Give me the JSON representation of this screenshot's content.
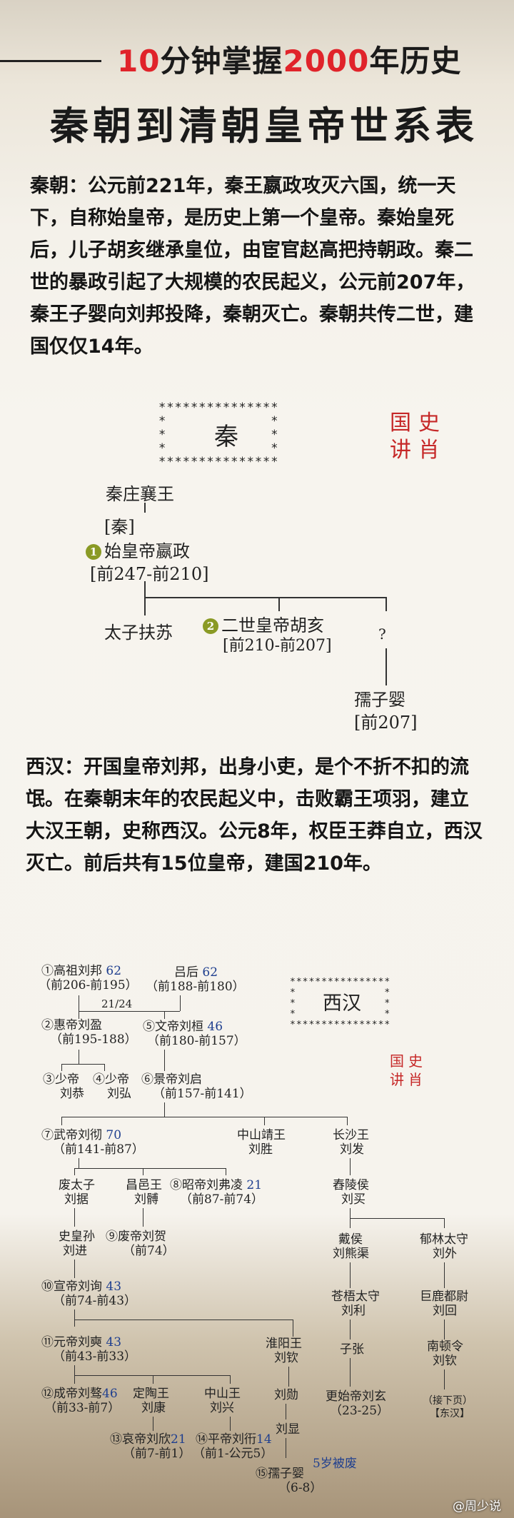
{
  "header": {
    "title_part1_num": "10",
    "title_part1_text": "分钟掌握",
    "title_part2_num": "2000",
    "title_part2_text": "年历史",
    "subtitle": "秦朝到清朝皇帝世系表"
  },
  "qin": {
    "text": "秦朝：公元前221年，秦王嬴政攻灭六国，统一天下，自称始皇帝，是历史上第一个皇帝。秦始皇死后，儿子胡亥继承皇位，由宦官赵高把持朝政。秦二世的暴政引起了大规模的农民起义，公元前207年，秦王子婴向刘邦投降，秦朝灭亡。秦朝共传二世，建国仅仅14年。",
    "box_title": "秦",
    "seal_chars": [
      "国",
      "讲",
      "史",
      "肖"
    ],
    "tree": {
      "ancestor": "秦庄襄王",
      "state": "[秦]",
      "n1": "1",
      "emperor1": "始皇帝嬴政",
      "emperor1_years": "[前247-前210]",
      "son1": "太子扶苏",
      "n2": "2",
      "emperor2": "二世皇帝胡亥",
      "emperor2_years": "[前210-前207]",
      "unknown": "?",
      "last": "孺子婴",
      "last_years": "[前207]"
    }
  },
  "xihan": {
    "text": "西汉：开国皇帝刘邦，出身小吏，是个不折不扣的流氓。在秦朝末年的农民起义中，击败霸王项羽，建立大汉王朝，史称西汉。公元8年，权臣王莽自立，西汉灭亡。前后共有15位皇帝，建国210年。",
    "box_title": "西汉",
    "tree": {
      "gaozu": "①高祖刘邦",
      "gaozu_age": "62",
      "gaozu_years": "（前206-前195）",
      "lvhou": "吕后",
      "lvhou_age": "62",
      "lvhou_years": "（前188-前180）",
      "age_note": "21/24",
      "huidi": "②惠帝刘盈",
      "huidi_years": "（前195-188）",
      "wendi": "⑤文帝刘桓",
      "wendi_age": "46",
      "wendi_years": "（前180-前157）",
      "shaodi1_a": "③少帝",
      "shaodi1_b": "刘恭",
      "shaodi2_a": "④少帝",
      "shaodi2_b": "刘弘",
      "jingdi": "⑥景帝刘启",
      "jingdi_years": "（前157-前141）",
      "wudi": "⑦武帝刘彻",
      "wudi_age": "70",
      "wudi_years": "（前141-前87）",
      "zhongshan_a": "中山靖王",
      "zhongshan_b": "刘胜",
      "changsha_a": "长沙王",
      "changsha_b": "刘发",
      "feitaizi_a": "废太子",
      "feitaizi_b": "刘据",
      "changyi_a": "昌邑王",
      "changyi_b": "刘髆",
      "zhaodi": "⑧昭帝刘弗凌",
      "zhaodi_age": "21",
      "zhaodi_years": "（前87-前74）",
      "chongling_a": "舂陵侯",
      "chongling_b": "刘买",
      "shihuangsun_a": "史皇孙",
      "shihuangsun_b": "刘进",
      "feidi": "⑨废帝刘贺",
      "feidi_years": "（前74）",
      "youhou_a": "戴侯",
      "youhou_b": "刘熊渠",
      "yulin_a": "郁林太守",
      "yulin_b": "刘外",
      "xuandi": "⑩宣帝刘询",
      "xuandi_age": "43",
      "xuandi_years": "（前74-前43）",
      "cangwu_a": "苍梧太守",
      "cangwu_b": "刘利",
      "julu_a": "巨鹿都尉",
      "julu_b": "刘回",
      "yuandi": "⑪元帝刘奭",
      "yuandi_age": "43",
      "yuandi_years": "（前43-前33）",
      "huaiyang_a": "淮阳王",
      "huaiyang_b": "刘钦",
      "zizhang": "子张",
      "nandun_a": "南顿令",
      "nandun_b": "刘钦",
      "chengdi": "⑫成帝刘骜",
      "chengdi_age": "46",
      "dingtao_a": "定陶王",
      "dingtao_b": "刘康",
      "chengdi_years": "（前33-前7）",
      "zhongshan2_a": "中山王",
      "zhongshan2_b": "刘兴",
      "liuxun": "刘勋",
      "gengshi": "更始帝刘玄",
      "gengshi_years": "（23-25）",
      "next_a": "（接下页）",
      "next_b": "【东汉】",
      "aidi": "⑬哀帝刘欣",
      "aidi_age": "21",
      "aidi_years": "（前7-前1）",
      "pingdi": "⑭平帝刘衎",
      "pingdi_age": "14",
      "pingdi_years": "（前1-公元5）",
      "liuxian": "刘显",
      "ruziying": "⑮孺子婴",
      "ruziying_years": "（6-8）",
      "deposed_note": "5岁被废"
    }
  },
  "footer": {
    "watermark": "@周少说"
  }
}
